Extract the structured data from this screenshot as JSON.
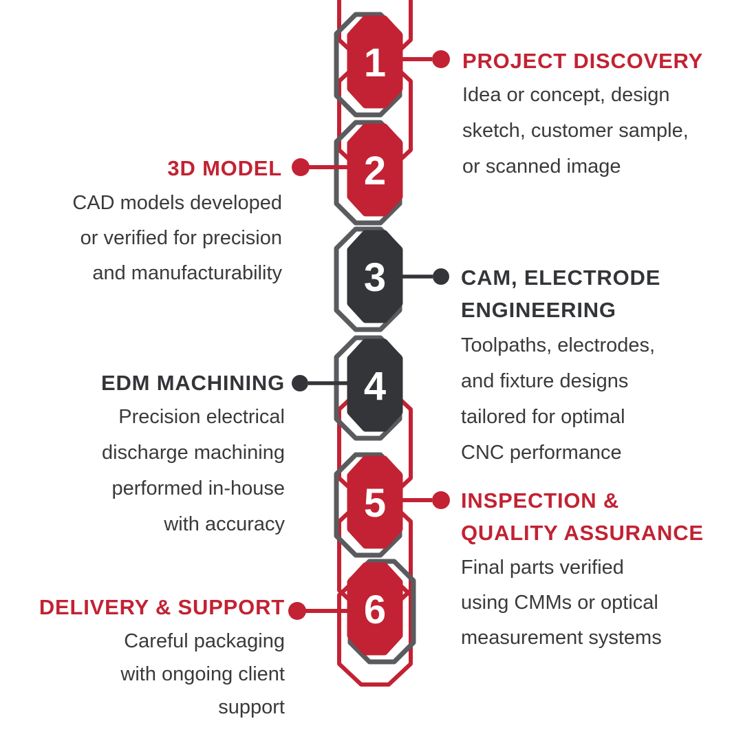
{
  "infographic": {
    "type": "process-steps",
    "step_count": 6,
    "palette": {
      "accent_red": "#c22233",
      "dark_charcoal": "#333538",
      "outline_gray": "#5a5b5e",
      "body_text": "#3a3a3c",
      "number_text": "#ffffff",
      "background": "#ffffff"
    },
    "steps": [
      {
        "number": "1",
        "side": "right",
        "color": "red",
        "heading_lines": [
          "PROJECT DISCOVERY"
        ],
        "body_lines": [
          "Idea or concept, design",
          "sketch, customer sample,",
          "or scanned image"
        ]
      },
      {
        "number": "2",
        "side": "left",
        "color": "red",
        "heading_lines": [
          "3D MODEL"
        ],
        "body_lines": [
          "CAD models developed",
          "or verified for precision",
          "and manufacturability"
        ]
      },
      {
        "number": "3",
        "side": "right",
        "color": "dark",
        "heading_lines": [
          "CAM, ELECTRODE",
          "ENGINEERING"
        ],
        "body_lines": [
          "Toolpaths, electrodes,",
          "and fixture designs",
          "tailored for optimal",
          "CNC performance"
        ]
      },
      {
        "number": "4",
        "side": "left",
        "color": "dark",
        "heading_lines": [
          "EDM MACHINING"
        ],
        "body_lines": [
          "Precision electrical",
          "discharge machining",
          "performed in-house",
          "with accuracy"
        ]
      },
      {
        "number": "5",
        "side": "right",
        "color": "red",
        "heading_lines": [
          "INSPECTION &",
          "QUALITY ASSURANCE"
        ],
        "body_lines": [
          "Final parts verified",
          "using CMMs or optical",
          "measurement systems"
        ]
      },
      {
        "number": "6",
        "side": "left",
        "color": "red",
        "heading_lines": [
          "DELIVERY & SUPPORT"
        ],
        "body_lines": [
          "Careful packaging",
          "with ongoing client",
          "support"
        ]
      }
    ]
  }
}
